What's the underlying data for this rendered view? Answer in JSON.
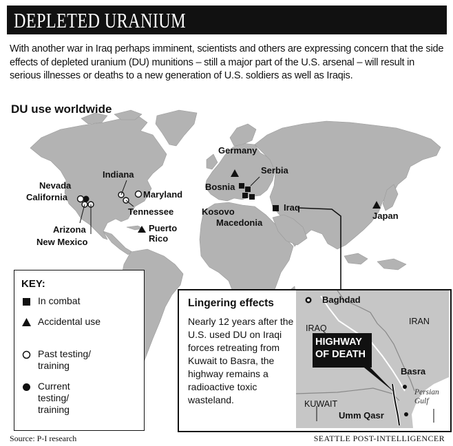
{
  "header": {
    "title": "DEPLETED URANIUM"
  },
  "intro": "With another war in Iraq perhaps imminent, scientists and others are expressing concern that the side effects of depleted uranium (DU) munitions – still a major part of the U.S. arsenal – will result in serious illnesses or deaths to a new generation of U.S. soldiers as well as Iraqis.",
  "section_label": "DU use worldwide",
  "map_labels": {
    "nevada": "Nevada",
    "california": "California",
    "indiana": "Indiana",
    "maryland": "Maryland",
    "tennessee": "Tennessee",
    "arizona": "Arizona",
    "new_mexico": "New Mexico",
    "puerto_rico": "Puerto\nRico",
    "germany": "Germany",
    "serbia": "Serbia",
    "bosnia": "Bosnia",
    "kosovo": "Kosovo",
    "macedonia": "Macedonia",
    "iraq": "Iraq",
    "japan": "Japan"
  },
  "key": {
    "title": "KEY:",
    "items": [
      {
        "symbol": "filled-square",
        "label": "In combat"
      },
      {
        "symbol": "triangle",
        "label": "Accidental use"
      },
      {
        "symbol": "open-circle",
        "label": "Past testing/ training"
      },
      {
        "symbol": "filled-circle",
        "label": "Current testing/ training"
      }
    ]
  },
  "inset": {
    "title": "Lingering effects",
    "text": "Nearly 12 years after the U.S. used DU on Iraqi forces retreating from Kuwait to Basra, the highway remains a radioactive toxic wasteland.",
    "labels": {
      "baghdad": "Baghdad",
      "iraq": "IRAQ",
      "iran": "IRAN",
      "highway": "HIGHWAY OF DEATH",
      "basra": "Basra",
      "persian_gulf": "Persian Gulf",
      "kuwait": "KUWAIT",
      "umm_qasr": "Umm Qasr"
    }
  },
  "footer": {
    "source": "Source: P-I research",
    "credit": "SEATTLE POST-INTELLIGENCER"
  },
  "colors": {
    "land": "#b3b3b3",
    "inset_land": "#c6c6c6",
    "ink": "#111111",
    "water": "#ffffff"
  }
}
